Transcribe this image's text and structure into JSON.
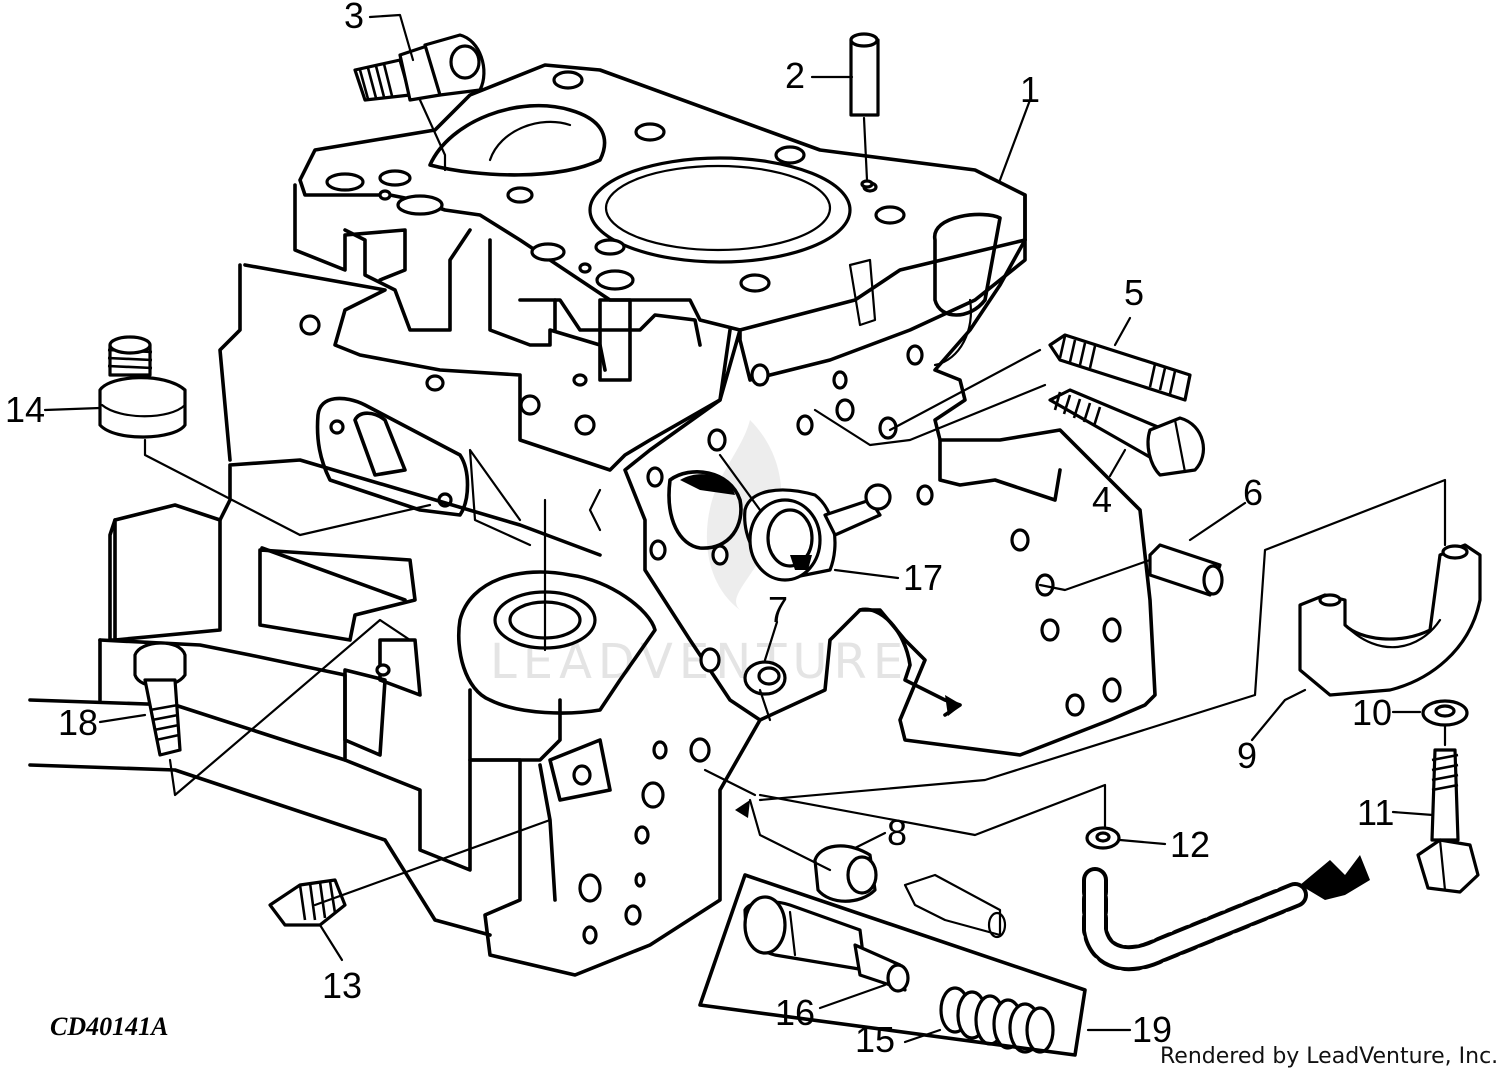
{
  "diagram": {
    "figure_id": "CD40141A",
    "watermark": "LEADVENTURE",
    "credit": "Rendered by LeadVenture, Inc.",
    "callouts": [
      {
        "id": "c1",
        "text": "1"
      },
      {
        "id": "c2",
        "text": "2"
      },
      {
        "id": "c3",
        "text": "3"
      },
      {
        "id": "c4",
        "text": "4"
      },
      {
        "id": "c5",
        "text": "5"
      },
      {
        "id": "c6",
        "text": "6"
      },
      {
        "id": "c7",
        "text": "7"
      },
      {
        "id": "c8",
        "text": "8"
      },
      {
        "id": "c9",
        "text": "9"
      },
      {
        "id": "c10",
        "text": "10"
      },
      {
        "id": "c11",
        "text": "11"
      },
      {
        "id": "c12",
        "text": "12"
      },
      {
        "id": "c13",
        "text": "13"
      },
      {
        "id": "c14",
        "text": "14"
      },
      {
        "id": "c15",
        "text": "15"
      },
      {
        "id": "c16",
        "text": "16"
      },
      {
        "id": "c17",
        "text": "17"
      },
      {
        "id": "c18",
        "text": "18"
      },
      {
        "id": "c19",
        "text": "19"
      }
    ]
  }
}
